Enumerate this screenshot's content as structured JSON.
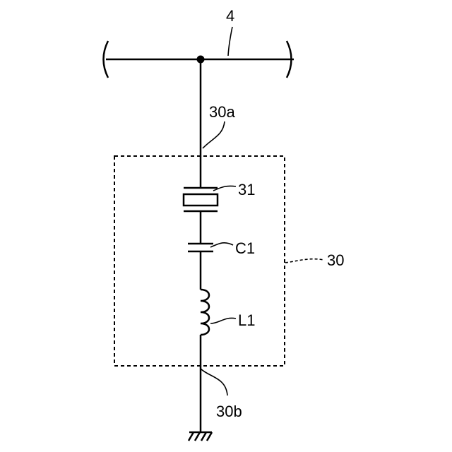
{
  "labels": {
    "line": "4",
    "top_node": "30a",
    "resonator": "31",
    "capacitor": "C1",
    "box": "30",
    "inductor": "L1",
    "bottom_node": "30b"
  }
}
